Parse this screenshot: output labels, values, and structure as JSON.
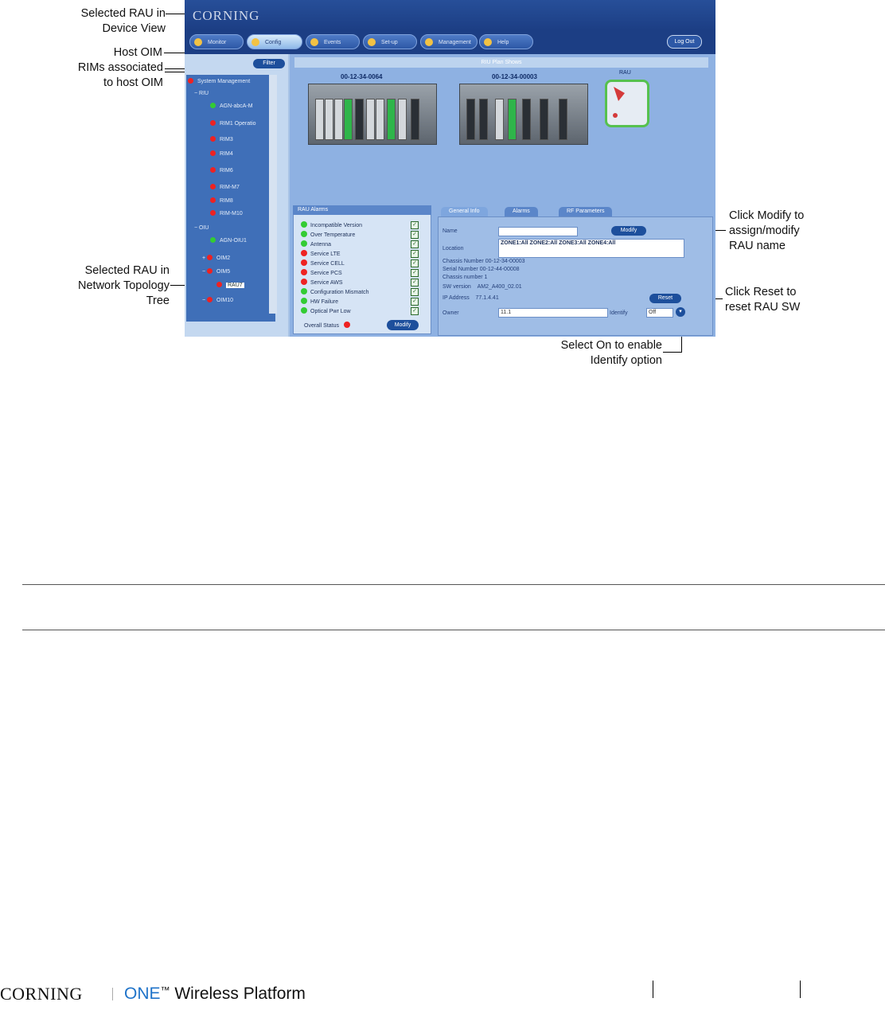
{
  "callouts": {
    "selected_rau_device_view": [
      "Selected RAU in",
      "Device View"
    ],
    "host_oim": "Host OIM",
    "rims_associated": [
      "RIMs associated",
      "to host OIM"
    ],
    "selected_rau_tree": [
      "Selected RAU in",
      "Network Topology",
      "Tree"
    ],
    "click_modify": [
      "Click Modify to",
      "assign/modify",
      "RAU name"
    ],
    "click_reset": [
      "Click Reset to",
      "reset RAU SW"
    ],
    "select_on": [
      "Select On to enable",
      "Identify option"
    ]
  },
  "screenshot": {
    "logo": "CORNING",
    "nav_tabs": [
      "Monitor",
      "Config",
      "Events",
      "Set-up",
      "Management",
      "Help"
    ],
    "logout": "Log Out",
    "filter_button": "Filter",
    "tree": {
      "root": "System Management",
      "items": [
        {
          "label": "RIU",
          "status": "none"
        },
        {
          "label": "AGN-abcA-M",
          "status": "green"
        },
        {
          "label": "RIM1 Operatio",
          "status": "red"
        },
        {
          "label": "RIM3",
          "status": "red"
        },
        {
          "label": "RIM4",
          "status": "red"
        },
        {
          "label": "RIM6",
          "status": "red"
        },
        {
          "label": "RIM-M7",
          "status": "red"
        },
        {
          "label": "RIM8",
          "status": "red"
        },
        {
          "label": "RIM-M10",
          "status": "red"
        },
        {
          "label": "OIU",
          "status": "none"
        },
        {
          "label": "AGN-OIU1",
          "status": "green"
        },
        {
          "label": "OIM2",
          "status": "red"
        },
        {
          "label": "OIM5",
          "status": "red"
        },
        {
          "label": "RAU7",
          "status": "red",
          "selected": true
        },
        {
          "label": "OIM10",
          "status": "red"
        }
      ]
    },
    "view_header": "RIU Plan Shows",
    "chassis": [
      {
        "label": "00-12-34-0064"
      },
      {
        "label": "00-12-34-00003"
      }
    ],
    "rau_label": "RAU",
    "alarms": {
      "header": "RAU Alarms",
      "items": [
        {
          "label": "Incompatible Version",
          "status": "green"
        },
        {
          "label": "Over Temperature",
          "status": "green"
        },
        {
          "label": "Antenna",
          "status": "green"
        },
        {
          "label": "Service LTE",
          "status": "red"
        },
        {
          "label": "Service CELL",
          "status": "red"
        },
        {
          "label": "Service PCS",
          "status": "red"
        },
        {
          "label": "Service AWS",
          "status": "red"
        },
        {
          "label": "Configuration Mismatch",
          "status": "green"
        },
        {
          "label": "HW Failure",
          "status": "green"
        },
        {
          "label": "Optical Pwr Low",
          "status": "green"
        }
      ],
      "overall_label": "Overall Status",
      "modify_label": "Modify"
    },
    "detail_tabs": [
      "General Info",
      "Alarms",
      "RF Parameters"
    ],
    "detail": {
      "name_label": "Name",
      "name_value": "",
      "modify_button": "Modify",
      "location_label": "Location",
      "location_value": "ZONE1:All ZONE2:All ZONE3:All ZONE4:All",
      "chassis_number_label": "Chassis Number",
      "chassis_number_value": "00-12-34-00003",
      "serial_number_label": "Serial Number",
      "serial_number_value": "00-12-44-00008",
      "chassis_number2_label": "Chassis number",
      "chassis_number2_value": "1",
      "sw_version_label": "SW version",
      "sw_version_value": "AM2_A400_02.01",
      "ip_address_label": "IP Address",
      "ip_address_value": "77.1.4.41",
      "reset_button": "Reset",
      "owner_label": "Owner",
      "owner_value": "11.1",
      "identify_label": "Identify",
      "identify_value": "Off"
    }
  },
  "footer": {
    "logo": "CORNING",
    "product_one": "ONE",
    "product_tm": "™",
    "product_rest": " Wireless Platform"
  }
}
